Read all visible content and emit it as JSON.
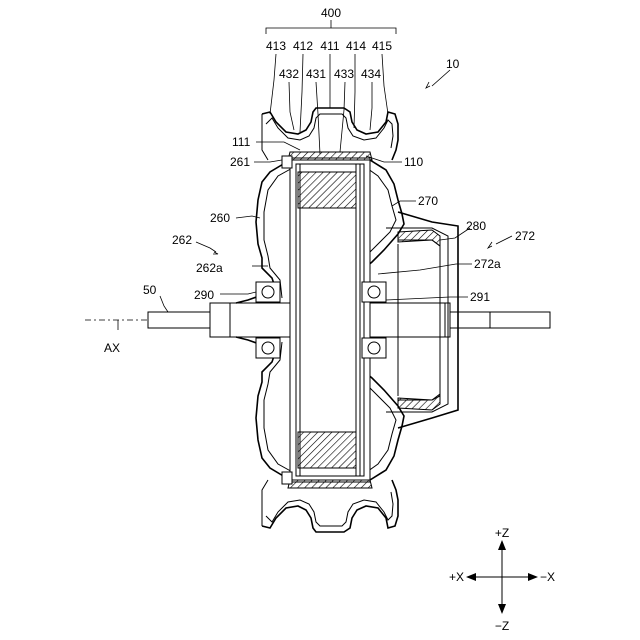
{
  "labels": {
    "l400": "400",
    "l413": "413",
    "l412": "412",
    "l411": "411",
    "l414": "414",
    "l415": "415",
    "l432": "432",
    "l431": "431",
    "l433": "433",
    "l434": "434",
    "l10": "10",
    "l111": "111",
    "l261": "261",
    "l110": "110",
    "l270": "270",
    "l260": "260",
    "l280": "280",
    "l262": "262",
    "l272": "272",
    "l262a": "262a",
    "l272a": "272a",
    "l50": "50",
    "l290": "290",
    "l291": "291",
    "lAX": "AX"
  },
  "axes": {
    "plus_z": "+Z",
    "minus_z": "−Z",
    "plus_x": "+X",
    "minus_x": "−X"
  }
}
